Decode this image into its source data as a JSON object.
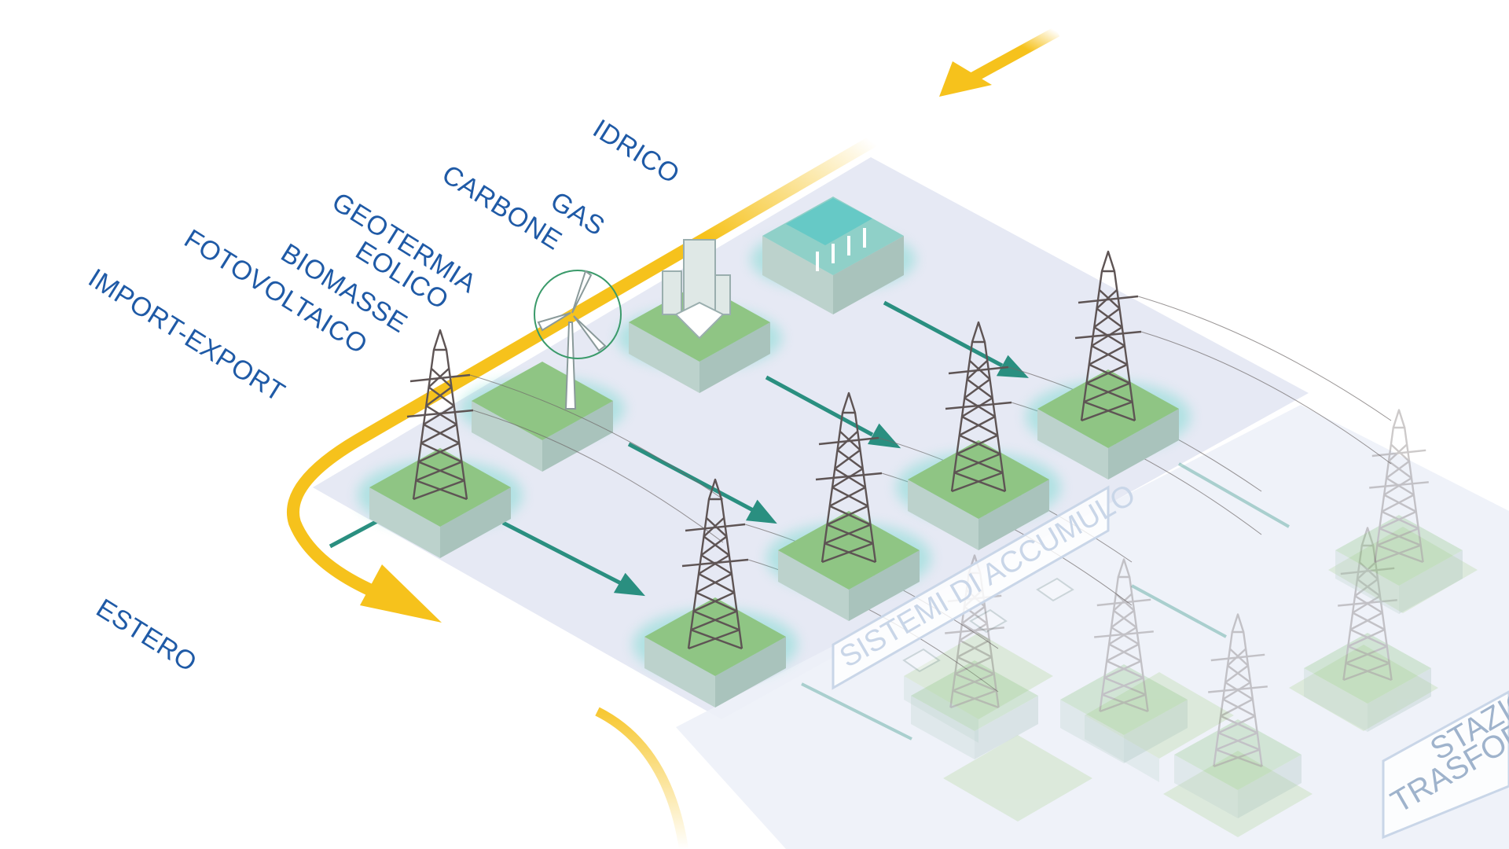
{
  "sources": {
    "idrico": "IDRICO",
    "gas": "GAS",
    "carbone": "CARBONE",
    "geotermia": "GEOTERMIA",
    "eolico": "EOLICO",
    "biomasse": "BIOMASSE",
    "fotovoltaico": "FOTOVOLTAICO",
    "import_export": "IMPORT-EXPORT"
  },
  "estero": "ESTERO",
  "boxes": {
    "accumulo": "SISTEMI DI ACCUMULO",
    "stazione_line1": "STAZIO",
    "stazione_line2": "TRASFORM"
  },
  "colors": {
    "plane": "#e6e9f4",
    "plane_right": "#edf1f8",
    "tile_top": "#8fc584",
    "tile_side_left": "#bcd2cc",
    "tile_side_right": "#a9c3bc",
    "glow": "#5fd6c7",
    "flow_arrow": "#2a8f80",
    "import_export_arrow": "#f6c21c",
    "label_text": "#1f5aa6"
  }
}
